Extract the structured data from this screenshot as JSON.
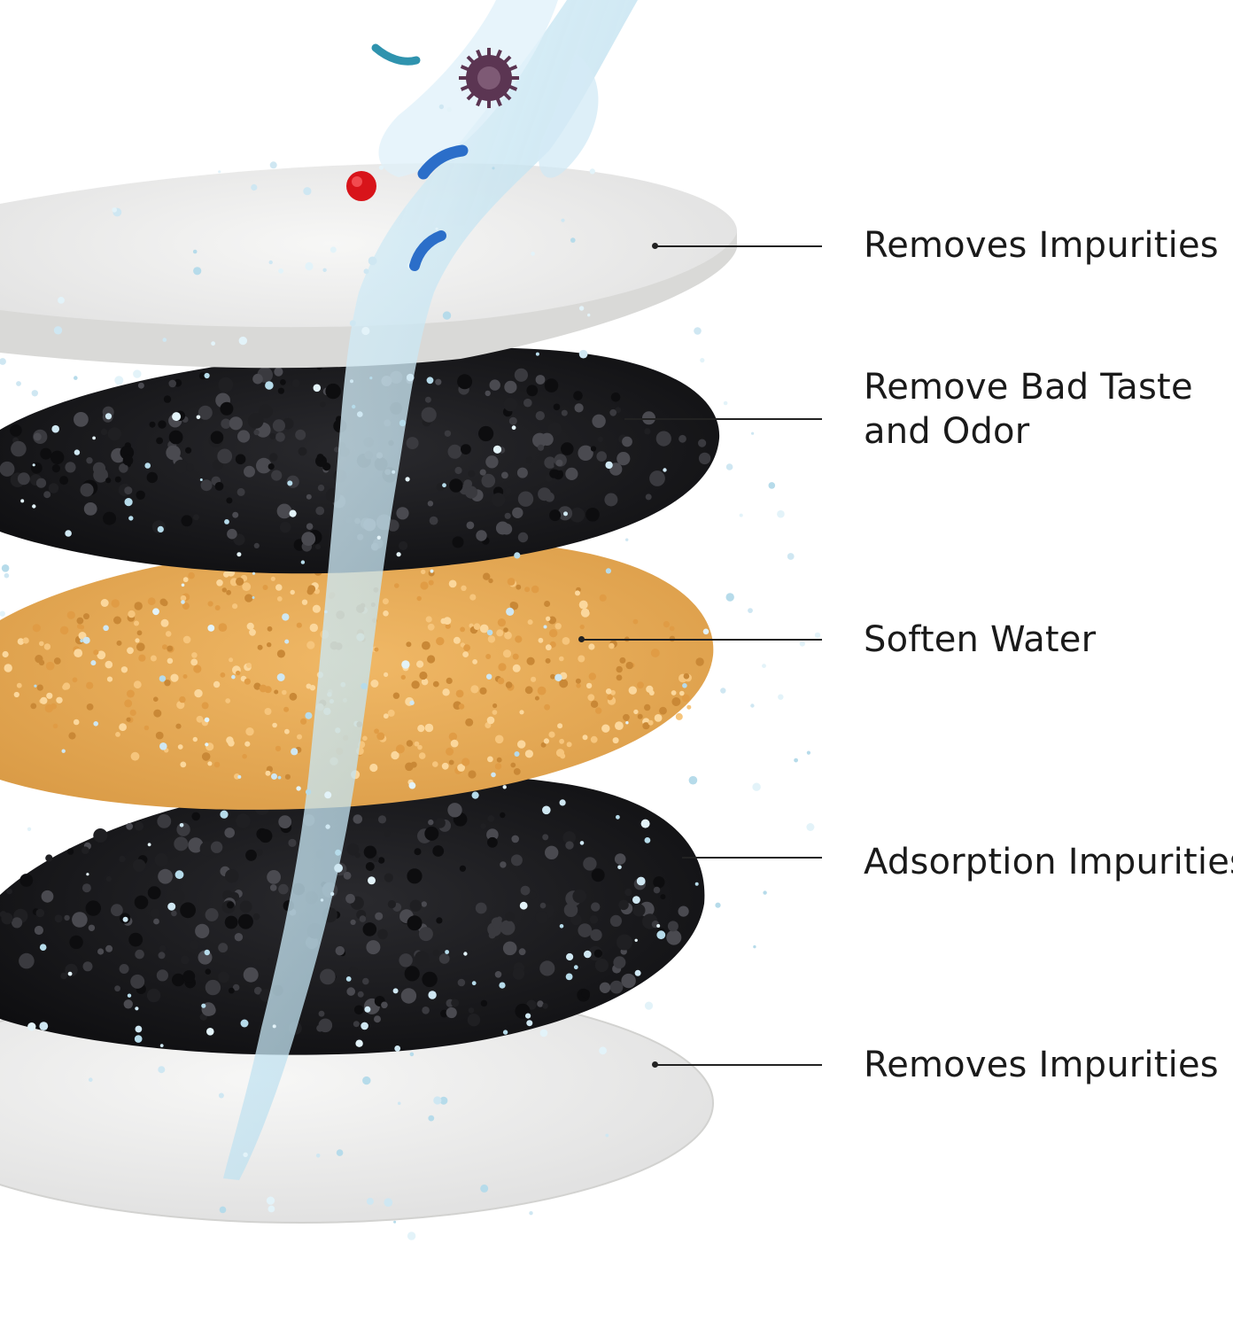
{
  "layers": [
    {
      "id": "layer-1",
      "material": "filter cotton",
      "lines": [
        "Removes Impurities"
      ]
    },
    {
      "id": "layer-2",
      "material": "activated carbon",
      "lines": [
        "Remove Bad Taste",
        "and Odor"
      ]
    },
    {
      "id": "layer-3",
      "material": "ion exchange resin",
      "lines": [
        "Soften Water"
      ]
    },
    {
      "id": "layer-4",
      "material": "activated carbon",
      "lines": [
        "Adsorption Impurities"
      ]
    },
    {
      "id": "layer-5",
      "material": "filter cotton",
      "lines": [
        "Removes Impurities"
      ]
    }
  ],
  "colors": {
    "cotton": "#efefee",
    "carbon": "#151517",
    "resin": "#e7a854",
    "water": "#bfe3f2",
    "bacteria_blue": "#2b6ec9",
    "bacteria_red": "#d8141a",
    "virus_purple": "#5b3552",
    "text": "#1a1a1a"
  }
}
